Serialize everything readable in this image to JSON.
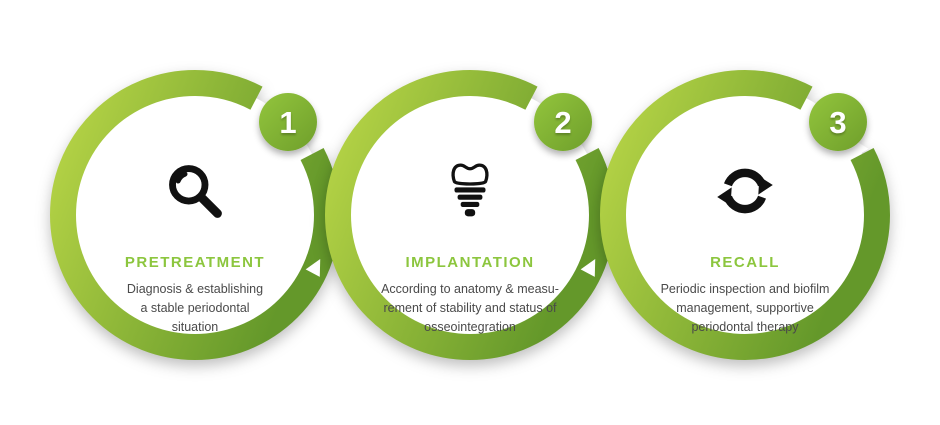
{
  "title": "Implant treatment cycle infographic",
  "colors": {
    "ring_light": "#b9d647",
    "ring_dark": "#64982a",
    "badge_light": "#93c53d",
    "badge_dark": "#6f9f2b",
    "step_title": "#8cc63e",
    "body_text": "#4a4a4a",
    "icon": "#111111",
    "arrow": "#ffffff"
  },
  "steps": [
    {
      "number": "1",
      "title": "PRETREATMENT",
      "description": "Diagnosis & establishing\na stable periodontal\nsituation",
      "icon": "magnifier-icon"
    },
    {
      "number": "2",
      "title": "IMPLANTATION",
      "description": "According to anatomy & measu-\nrement of stability and status of\nosseointegration",
      "icon": "dental-implant-icon"
    },
    {
      "number": "3",
      "title": "RECALL",
      "description": "Periodic inspection and biofilm\nmanagement, supportive\nperiodontal therapy",
      "icon": "recycle-arrows-icon"
    }
  ]
}
